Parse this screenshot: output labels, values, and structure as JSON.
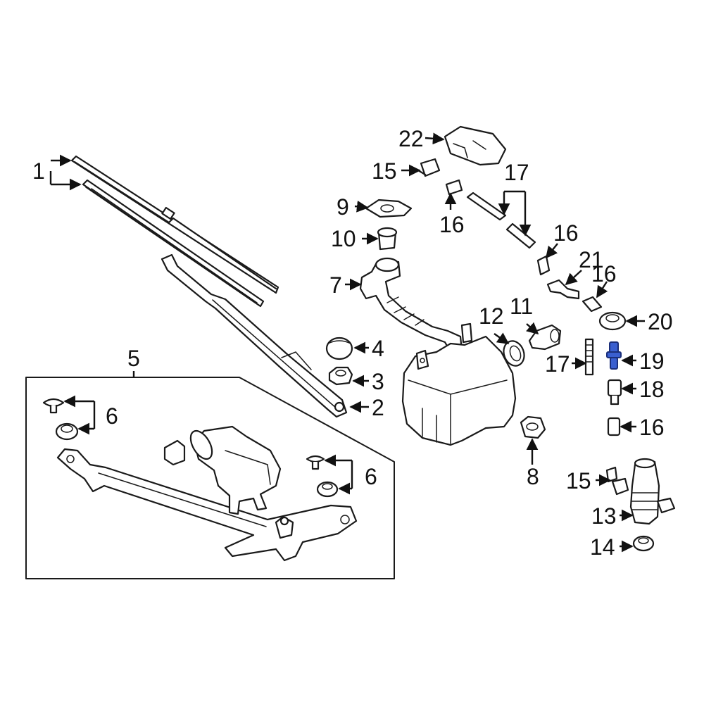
{
  "labels": {
    "l1": "1",
    "l2": "2",
    "l3": "3",
    "l4": "4",
    "l5": "5",
    "l6a": "6",
    "l6b": "6",
    "l7": "7",
    "l8": "8",
    "l9": "9",
    "l10": "10",
    "l11": "11",
    "l12": "12",
    "l13": "13",
    "l14": "14",
    "l15a": "15",
    "l15b": "15",
    "l16a": "16",
    "l16b": "16",
    "l16c": "16",
    "l16d": "16",
    "l17a": "17",
    "l17b": "17",
    "l18": "18",
    "l19": "19",
    "l20": "20",
    "l21": "21",
    "l22": "22"
  },
  "colors": {
    "line": "#1a1a1a",
    "highlight": "#3a5fd0",
    "background": "#ffffff"
  }
}
